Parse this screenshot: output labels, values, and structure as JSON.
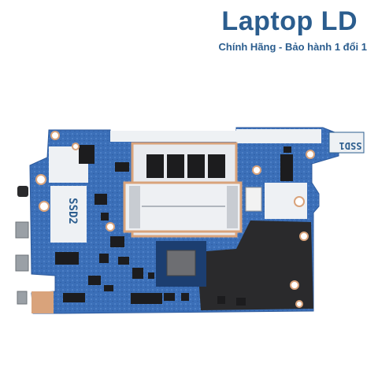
{
  "brand": {
    "title": "Laptop LD",
    "subtitle": "Chính Hãng - Bảo hành 1 đổi 1"
  },
  "board": {
    "label_left": "SSD2",
    "label_right": "SSD1"
  },
  "colors": {
    "brand_text": "#2b5d8e",
    "pcb_blue": "#3b6fb8",
    "pcb_white": "#eef1f4",
    "copper": "#d9a37b",
    "chip_black": "#1c1c1e"
  }
}
